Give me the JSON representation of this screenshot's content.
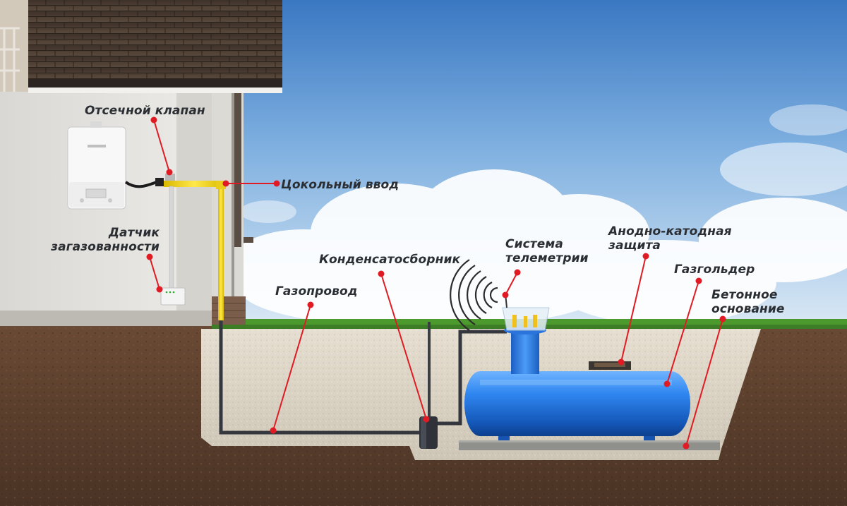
{
  "labels": {
    "shutoff_valve": "Отсечной клапан",
    "gas_sensor_line1": "Датчик",
    "gas_sensor_line2": "загазованности",
    "basement_inlet": "Цокольный ввод",
    "condensate_collector": "Конденсатосборник",
    "gas_pipeline": "Газопровод",
    "telemetry_line1": "Система",
    "telemetry_line2": "телеметрии",
    "cathodic_line1": "Анодно-катодная",
    "cathodic_line2": "защита",
    "gas_holder": "Газгольдер",
    "concrete_line1": "Бетонное",
    "concrete_line2": "основание"
  },
  "colors": {
    "sky_top": "#3f7fc6",
    "sky_bottom": "#d4e6f5",
    "soil": "#5a3f2e",
    "sand": "#d9d2c4",
    "wall": "#e4e3df",
    "roof": "#4a3a30",
    "tank": "#1e6fd9",
    "yellow_pipe": "#f2d21b",
    "pipe": "#3b3e44",
    "grass": "#5aa637",
    "leader": "#e01b24"
  },
  "icons": {
    "boiler": "boiler-icon",
    "sensor": "gas-sensor-icon",
    "signal": "wireless-signal-icon"
  }
}
